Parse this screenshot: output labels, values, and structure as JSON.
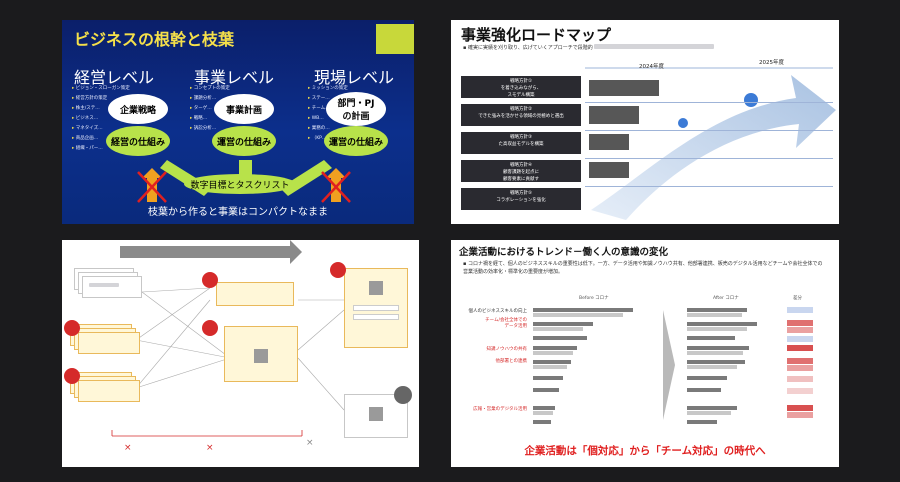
{
  "slide1": {
    "title": "ビジネスの根幹と枝葉",
    "levels": [
      "経営レベル",
      "事業レベル",
      "現場レベル"
    ],
    "bullets_col1": [
      "ビジョン・スローガン策定",
      "経営方針の策定",
      "株主/ステ…",
      "ビジネス…",
      "マネタイズ…",
      "商品企画…",
      "組織・パー…"
    ],
    "bullets_col2": [
      "コンセプトの策定",
      "課題分析…",
      "ターゲ…",
      "戦略…",
      "訴訟分析…"
    ],
    "bullets_col3": [
      "ミッションの策定",
      "ステー…",
      "チーム…",
      "WB…",
      "業務の…",
      "（KP…"
    ],
    "ovals_top": [
      "企業戦略",
      "事業計画",
      "部門・PJ\nの計画"
    ],
    "ovals_bottom": [
      "経営の仕組み",
      "運営の仕組み",
      "運営の仕組み"
    ],
    "center_oval": "数字目標とタスクリスト",
    "bottom_text": "枝葉から作ると事業はコンパクトなまま"
  },
  "slide2": {
    "title": "事業強化ロードマップ",
    "subtitle": "確実に実績を刈り取り、広げていくアプローチで段階的",
    "years": [
      "2024年度",
      "2025年度"
    ],
    "rows": [
      {
        "head": "戦略方針①",
        "text": "を着き込みながら、\nスモデル構築"
      },
      {
        "head": "戦略方針②",
        "text": "できた強みを活かせる領域の見極めと選出"
      },
      {
        "head": "戦略方針③",
        "text": "た高収益モデルを構築"
      },
      {
        "head": "戦略方針④",
        "text": "顧客課題を起点に\n顧客要素に貢献す"
      },
      {
        "head": "戦略方針⑤",
        "text": "コラボレーションを強化"
      }
    ]
  },
  "slide4": {
    "title": "企業活動におけるトレンド－働く人の意識の変化",
    "description": "コロナ禍を経て、個人のビジネススキルの重要性は低下。一方、データ活用や知識ノウハウ共有、他部署連携、販売のデジタル活用などチームや会社全体での営業活動の効率化・標準化の重要度が増加。",
    "col_before": "Before コロナ",
    "col_after": "After コロナ",
    "col_diff": "差分",
    "rows": [
      {
        "label": "個人のビジネススキルの向上",
        "red": false
      },
      {
        "label": "チーム/会社全体での\nデータ活用",
        "red": true
      },
      {
        "label": "",
        "red": false
      },
      {
        "label": "知識ノウハウの共有",
        "red": true
      },
      {
        "label": "他部署との連携",
        "red": true
      },
      {
        "label": "",
        "red": false
      },
      {
        "label": "",
        "red": false
      },
      {
        "label": "広報・営業のデジタル活用",
        "red": true
      },
      {
        "label": "",
        "red": false
      }
    ],
    "conclusion": "企業活動は「個対応」から「チーム対応」の時代へ"
  },
  "colors": {
    "slide1_bg": "#0b1f6a",
    "accent_yellow": "#f5e04a",
    "accent_green": "#b8e24a",
    "red": "#e02020",
    "dark_row": "#2a2a30"
  }
}
